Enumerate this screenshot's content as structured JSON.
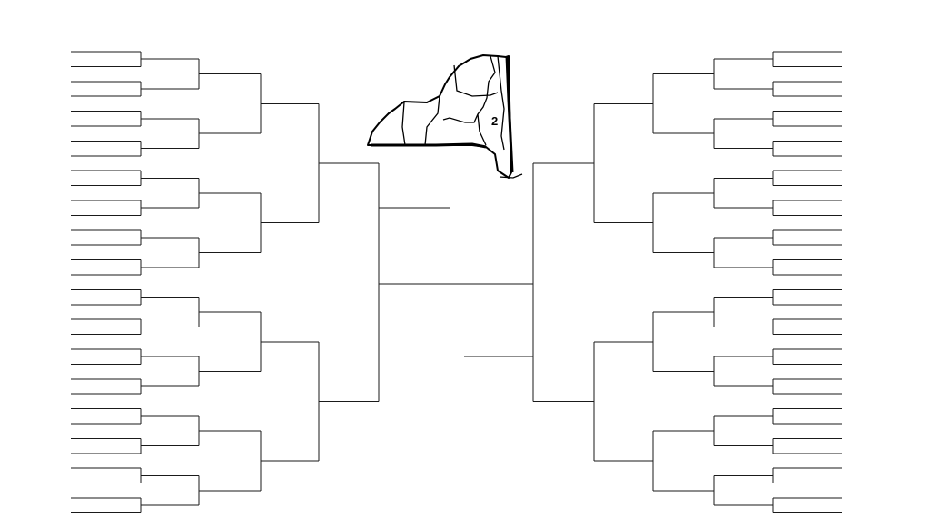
{
  "map": {
    "region_label": "2",
    "ink_color": "#000000"
  },
  "bracket": {
    "teams_per_side": 32,
    "rounds_per_side": 5,
    "line_color": "#1a1a1a",
    "background_color": "#ffffff"
  }
}
